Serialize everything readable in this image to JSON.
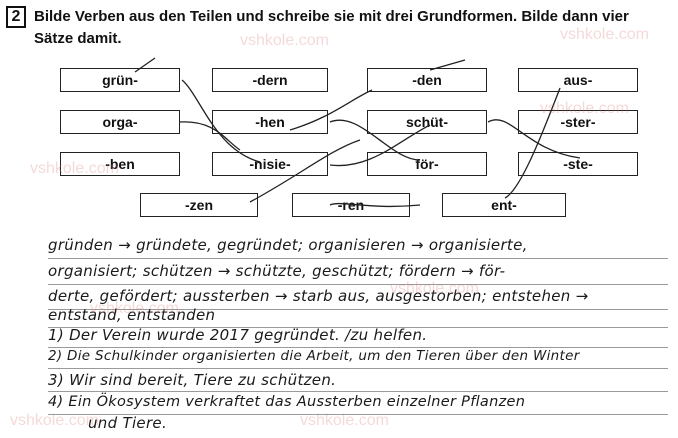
{
  "task": {
    "number": "2",
    "instruction": "Bilde Verben aus den Teilen und schreibe sie mit drei Grundformen. Bilde dann vier Sätze damit."
  },
  "boxes": [
    {
      "label": "grün-"
    },
    {
      "label": "-dern"
    },
    {
      "label": "-den"
    },
    {
      "label": "aus-"
    },
    {
      "label": "orga-"
    },
    {
      "label": "-hen"
    },
    {
      "label": "schüt-"
    },
    {
      "label": "-ster-"
    },
    {
      "label": "-ben"
    },
    {
      "label": "-nisie-"
    },
    {
      "label": "för-"
    },
    {
      "label": "-ste-"
    },
    {
      "label": "-zen"
    },
    {
      "label": "-ren"
    },
    {
      "label": "ent-"
    }
  ],
  "handwriting": {
    "line1": "gründen → gründete, gegründet; organisieren → organisierte,",
    "line2": "organisiert; schützen → schützte, geschützt; fördern → för-",
    "line3": "derte, gefördert; aussterben → starb aus, ausgestorben; entstehen →",
    "line4": "entstand, entstanden",
    "s1": "1) Der Verein wurde 2017 gegründet.      /zu helfen.",
    "s2": "2) Die Schulkinder organisierten die Arbeit, um den Tieren über den Winter",
    "s3": "3) Wir sind bereit, Tiere zu schützen.",
    "s4": "4) Ein Ökosystem verkraftet das Aussterben einzelner Pflanzen",
    "s5": "und Tiere."
  },
  "watermark": "vshkole.com"
}
